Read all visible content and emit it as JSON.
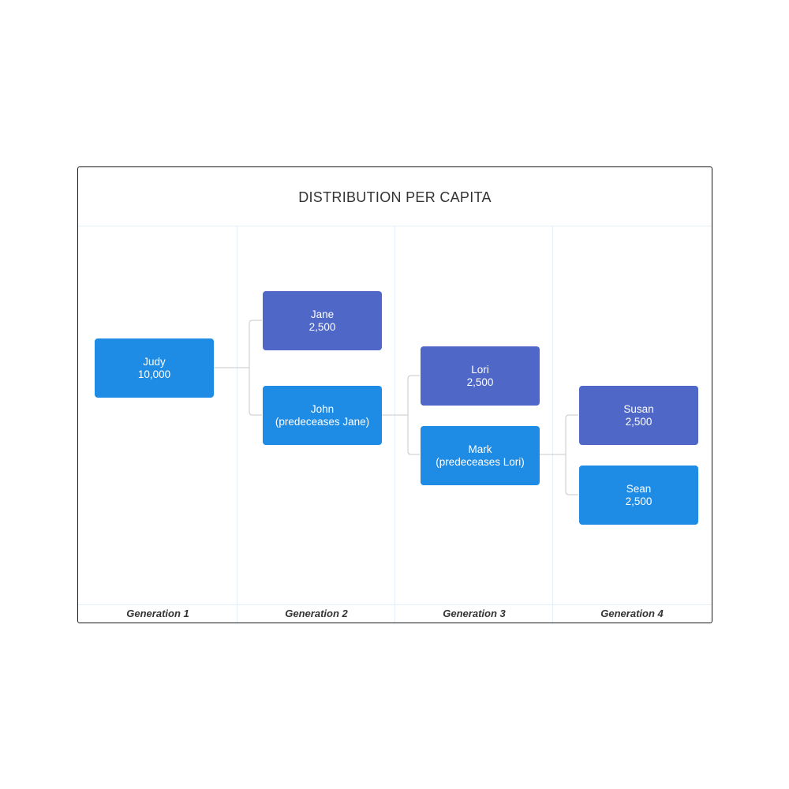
{
  "diagram": {
    "title": "DISTRIBUTION PER CAPITA",
    "generations": [
      "Generation 1",
      "Generation 2",
      "Generation 3",
      "Generation 4"
    ],
    "nodes": {
      "judy": {
        "name": "Judy",
        "value": "10,000"
      },
      "jane": {
        "name": "Jane",
        "value": "2,500"
      },
      "john": {
        "name": "John",
        "value": "(predeceases Jane)"
      },
      "lori": {
        "name": "Lori",
        "value": "2,500"
      },
      "mark": {
        "name": "Mark",
        "value": "(predeceases Lori)"
      },
      "susan": {
        "name": "Susan",
        "value": "2,500"
      },
      "sean": {
        "name": "Sean",
        "value": "2,500"
      }
    },
    "edges": [
      [
        "judy",
        "jane"
      ],
      [
        "judy",
        "john"
      ],
      [
        "john",
        "lori"
      ],
      [
        "john",
        "mark"
      ],
      [
        "mark",
        "susan"
      ],
      [
        "mark",
        "sean"
      ]
    ],
    "colors": {
      "dark_node": "#4f67c6",
      "light_node": "#1e8be4",
      "connector": "#c8c8c8",
      "grid": "#e3effa"
    }
  }
}
